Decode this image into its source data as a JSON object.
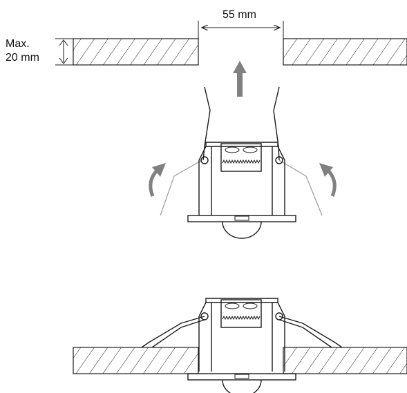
{
  "labels": {
    "width": "55 mm",
    "max_line1": "Max.",
    "max_line2": "20 mm"
  },
  "colors": {
    "ink": "#1a1a1a",
    "arrow": "#808080",
    "ghost": "#9a9a9a",
    "background": "#ffffff"
  },
  "icons": {
    "insert_arrow": "up-arrow-icon",
    "spring_rotate_left": "rotate-arrow-icon",
    "spring_rotate_right": "rotate-arrow-icon"
  }
}
